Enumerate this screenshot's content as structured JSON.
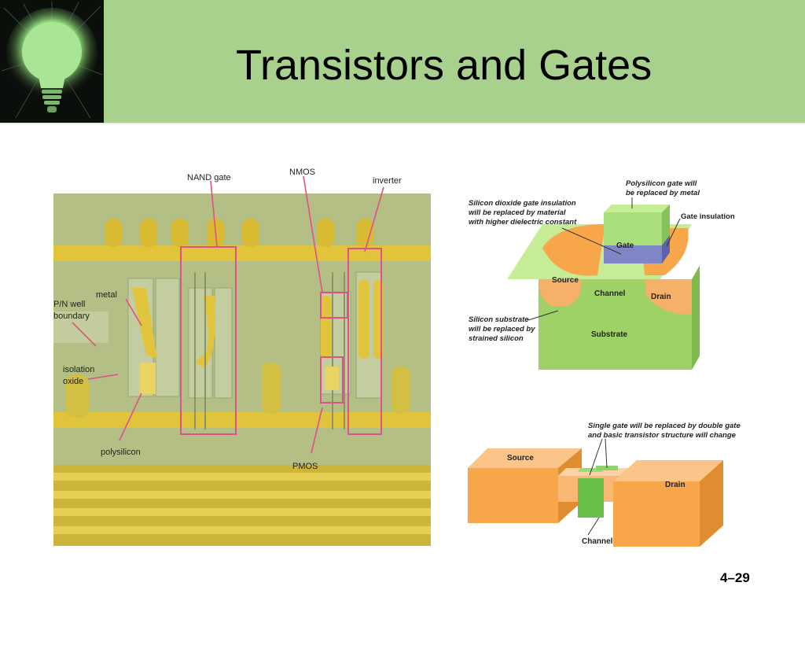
{
  "slide": {
    "title": "Transistors and Gates",
    "slide_number": "4–29"
  },
  "micrograph": {
    "labels": {
      "nand_gate": "NAND gate",
      "nmos": "NMOS",
      "inverter": "inverter",
      "metal": "metal",
      "pn_well_boundary_line1": "P/N well",
      "pn_well_boundary_line2": "boundary",
      "isolation_oxide_line1": "isolation",
      "isolation_oxide_line2": "oxide",
      "polysilicon": "polysilicon",
      "pmos": "PMOS"
    }
  },
  "planar_diagram": {
    "callouts": {
      "polysilicon_gate": [
        "Polysilicon gate will",
        "be replaced by metal"
      ],
      "silicon_dioxide": [
        "Silicon dioxide gate insulation",
        "will be replaced by material",
        "with higher dielectric constant"
      ],
      "gate_insulation": "Gate insulation",
      "silicon_substrate": [
        "Silicon substrate",
        "will be replaced by",
        "strained silicon"
      ]
    },
    "parts": {
      "gate": "Gate",
      "source": "Source",
      "channel": "Channel",
      "drain": "Drain",
      "substrate": "Substrate"
    }
  },
  "double_gate_diagram": {
    "callout": [
      "Single gate will be replaced by double gate",
      "and basic transistor structure will change"
    ],
    "parts": {
      "source": "Source",
      "drain": "Drain",
      "channel": "Channel"
    }
  },
  "colors": {
    "header_bg": "#a9d18e",
    "logo_bg": "#0b0f0b",
    "bulb": "#9ee08a",
    "micro_bg": "#b8c48a",
    "metal": "#e0c43c",
    "highlight_box": "#e0508a",
    "substrate_green": "#b4e27a",
    "source_drain_orange": "#f7a64a",
    "gate_insulation_blue": "#7f86c8"
  }
}
